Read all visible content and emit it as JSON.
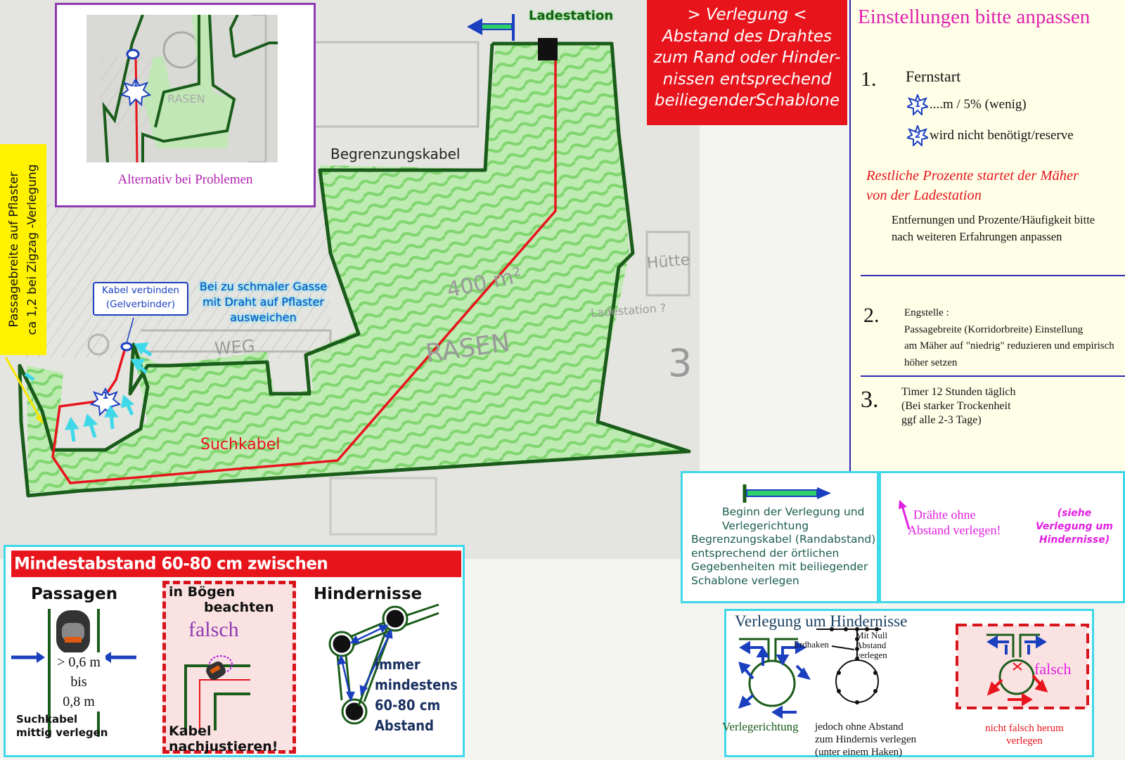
{
  "photo": {
    "labels": {
      "ladestation": "Ladestation",
      "begrenzungskabel": "Begrenzungskabel",
      "suchkabel": "Suchkabel",
      "kabel_verbinden": "Kabel verbinden",
      "gelverbinder": "(Gelverbinder)",
      "schmale_gasse_1": "Bei zu schmaler Gasse",
      "schmale_gasse_2": "mit Draht auf Pflaster",
      "schmale_gasse_3": "ausweichen",
      "passage_1": "Passagebreite auf Pflaster",
      "passage_2": "ca 1,2 bei Zigzag -Verlegung",
      "star_1": "1"
    },
    "sketch_text": {
      "area": "400 m²",
      "rasen": "RASEN",
      "huette": "Hütte",
      "ladestation_q": "Ladestation ?",
      "weg": "WEG",
      "three": "3"
    },
    "inset": {
      "caption": "Alternativ bei Problemen",
      "star": "1",
      "rasen_fragment": "RASEN"
    }
  },
  "redbox": {
    "line1": "> Verlegung <",
    "line2": "Abstand des Drahtes",
    "line3": "zum Rand oder Hinder-",
    "line4": "nissen entsprechend",
    "line5": "beiliegenderSchablone"
  },
  "settings": {
    "title": "Einstellungen bitte anpassen",
    "s1": {
      "num": "1.",
      "heading": "Fernstart",
      "star1": "1",
      "star1_text": "....m / 5% (wenig)",
      "star2": "2",
      "star2_text": "wird nicht benötigt/reserve",
      "red1": "Restliche Prozente  startet der Mäher",
      "red2": "von der Ladestation",
      "note1": "Entfernungen und Prozente/Häufigkeit bitte",
      "note2": "nach weiteren Erfahrungen anpassen"
    },
    "s2": {
      "num": "2.",
      "l1": "Engstelle :",
      "l2": "Passagebreite (Korridorbreite) Einstellung",
      "l3": "am Mäher auf \"niedrig\" reduzieren und empirisch",
      "l4": "höher setzen"
    },
    "s3": {
      "num": "3.",
      "l1": "Timer 12 Stunden täglich",
      "l2": "(Bei starker Trockenheit",
      "l3": "ggf alle 2-3 Tage)"
    }
  },
  "legend": {
    "begin1": "Beginn der Verlegung und",
    "begin2": "Verlegerichtung",
    "begin3": "Begrenzungskabel (Randabstand)",
    "begin4": "entsprechend der örtlichen",
    "begin5": "Gegebenheiten mit beiliegender",
    "begin6": "Schablone verlegen",
    "draehte1": "Drähte ohne",
    "draehte2": "Abstand verlegen!",
    "siehe1": "(siehe Verlegung um",
    "siehe2": "Hindernisse)"
  },
  "hindernisse": {
    "title": "Verlegung um Hindernisse",
    "erdhaken": "Erdhaken",
    "mitnull1": "Mit Null",
    "mitnull2": "Abstand",
    "mitnull3": "verlegen",
    "verlegerichtung": "Verlegerichtung",
    "ohne1": "jedoch ohne Abstand",
    "ohne2": "zum Hindernis verlegen",
    "ohne3": "(unter einem Haken)",
    "falsch": "falsch",
    "nicht1": "nicht falsch herum",
    "nicht2": "verlegen"
  },
  "mindest": {
    "title": "Mindestabstand 60-80 cm zwischen Begrenzungsdrähten",
    "passagen": "Passagen",
    "gt": "> 0,6 m",
    "bis": "bis",
    "val": "0,8 m",
    "such1": "Suchkabel",
    "such2": "mittig verlegen",
    "boegen1": "in Bögen",
    "boegen2": "beachten",
    "falsch": "falsch",
    "kabel1": "Kabel",
    "kabel2": "nachjustieren!",
    "hindernisse": "Hindernisse",
    "immer1": "immer",
    "immer2": "mindestens",
    "immer3": "60-80 cm",
    "immer4": "Abstand"
  },
  "colors": {
    "accent_red": "#e8141c",
    "border_green": "#1a5c1a",
    "lawn": "#8ee07f",
    "cyan": "#3fd8e8",
    "purple": "#8f3bb0",
    "magenta": "#e020e0"
  }
}
